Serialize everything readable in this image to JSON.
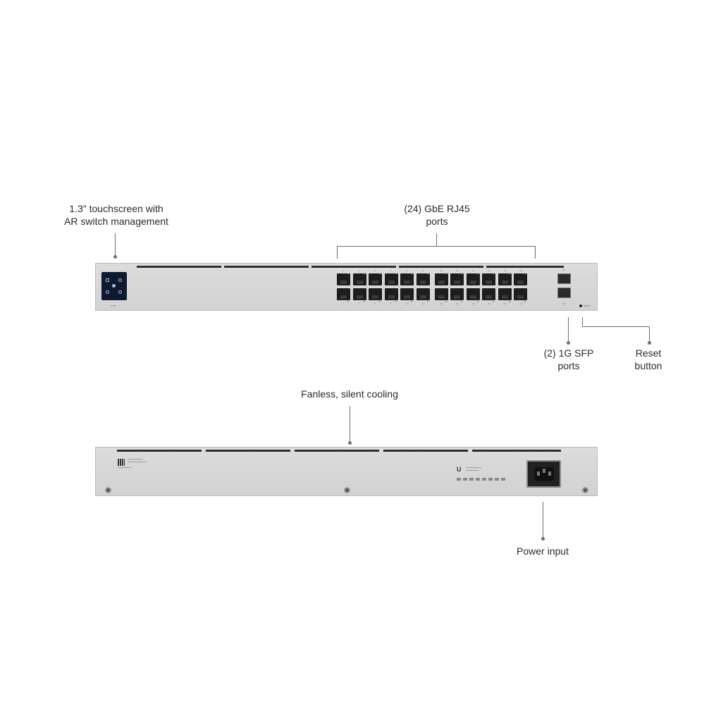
{
  "callouts": {
    "touchscreen": [
      "1.3\" touchscreen with",
      "AR switch management"
    ],
    "rj45": [
      "(24) GbE RJ45",
      "ports"
    ],
    "sfp": [
      "(2) 1G SFP",
      "ports"
    ],
    "reset": [
      "Reset",
      "button"
    ],
    "cooling": [
      "Fanless, silent cooling"
    ],
    "power": [
      "Power input"
    ]
  },
  "device": {
    "front_model": "USW",
    "reset_text": "RESET",
    "rj45_top_numbers": [
      "1",
      "3",
      "5",
      "7",
      "9",
      "11",
      "13",
      "15",
      "17",
      "19",
      "21",
      "23"
    ],
    "rj45_bottom_numbers": [
      "2",
      "4",
      "6",
      "8",
      "10",
      "12",
      "14",
      "16",
      "18",
      "20",
      "22",
      "24"
    ],
    "sfp_top": "25",
    "sfp_bottom": "26",
    "logo_glyph": "U"
  },
  "colors": {
    "chassis": "#d6d6d6",
    "port": "#1d1d1d",
    "led": "#4fd06a",
    "screen": "#0e1a2e",
    "leader_line": "#6f6f6f"
  },
  "icons": [
    "touchscreen-icons",
    "qr-code-icon",
    "ubiquiti-logo-icon",
    "power-socket-icon"
  ]
}
